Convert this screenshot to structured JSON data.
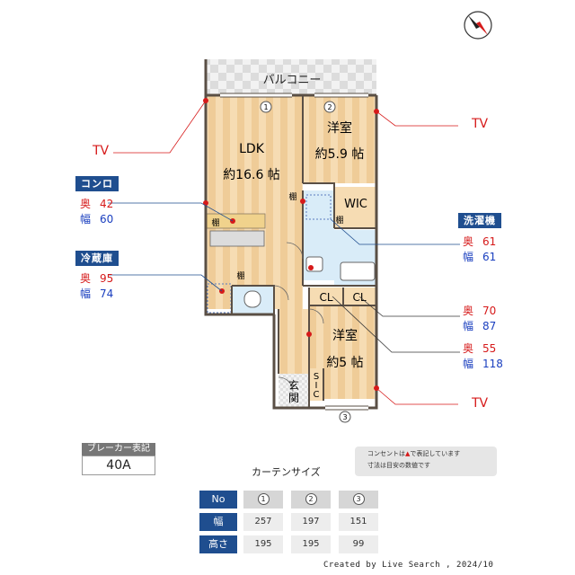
{
  "colors": {
    "wall": "#5a4f45",
    "wood_light": "#f6dcb3",
    "wood_dark": "#efcc98",
    "wet_area": "#d9ecf8",
    "tile": "#ececec",
    "accent_blue": "#1f4e8f",
    "accent_red": "#d61a1a"
  },
  "floorplan": {
    "balcony": "バルコニー",
    "ldk_name": "LDK",
    "ldk_size": "約16.6 帖",
    "room1_name": "洋室",
    "room1_size": "約5.9 帖",
    "room2_name": "洋室",
    "room2_size": "約5 帖",
    "wic": "WIC",
    "cl1": "CL",
    "cl2": "CL",
    "sic": "S\nI\nC",
    "genkan": "玄\n関",
    "shelf_1": "棚",
    "shelf_2": "棚",
    "shelf_3": "棚",
    "shelf_4": "棚",
    "window_1": "1",
    "window_2": "2",
    "window_3": "3"
  },
  "callouts": {
    "tv_left": "TV",
    "tv_right_top": "TV",
    "tv_right_bottom": "TV",
    "stove": {
      "label": "コンロ",
      "depth_key": "奥",
      "depth": "42",
      "width_key": "幅",
      "width": "60"
    },
    "fridge": {
      "label": "冷蔵庫",
      "depth_key": "奥",
      "depth": "95",
      "width_key": "幅",
      "width": "74"
    },
    "washer": {
      "label": "洗濯機",
      "depth_key": "奥",
      "depth": "61",
      "width_key": "幅",
      "width": "61"
    },
    "cl_upper": {
      "depth_key": "奥",
      "depth": "70",
      "width_key": "幅",
      "width": "87"
    },
    "cl_lower": {
      "depth_key": "奥",
      "depth": "55",
      "width_key": "幅",
      "width": "118"
    }
  },
  "breaker": {
    "label": "ブレーカー表記",
    "value": "40A"
  },
  "note": {
    "line1_a": "コンセントは",
    "line1_b": "で表記しています",
    "line2": "寸法は目安の数値です"
  },
  "curtain": {
    "title": "カーテンサイズ",
    "col_header": "No",
    "row_width": "幅",
    "row_height": "高さ",
    "cols": [
      "1",
      "2",
      "3"
    ],
    "widths": [
      "257",
      "197",
      "151"
    ],
    "heights": [
      "195",
      "195",
      "99"
    ]
  },
  "footer": "Created by Live Search , 2024/10"
}
